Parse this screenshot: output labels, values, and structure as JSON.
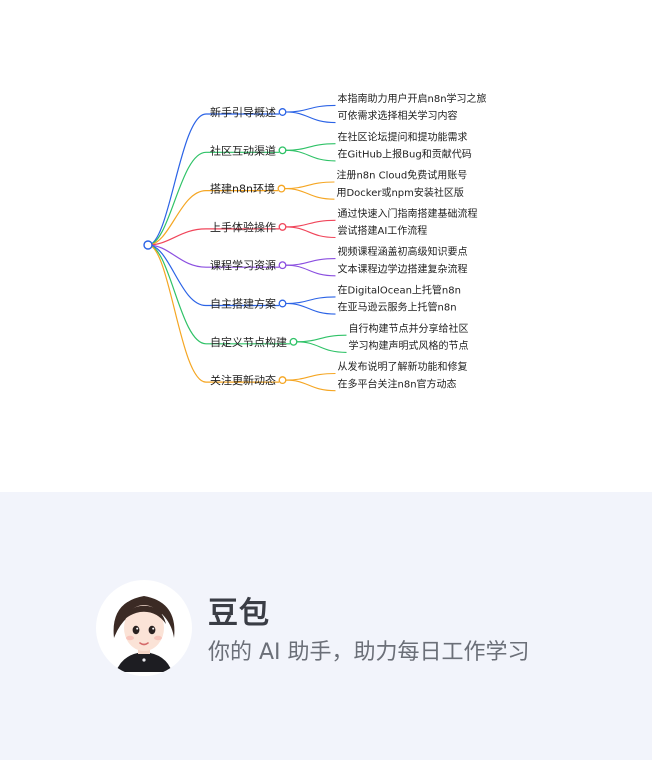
{
  "mindmap": {
    "branches": [
      {
        "label": "新手引导概述",
        "color": "#2b63e6",
        "leaves": [
          "本指南助力用户开启n8n学习之旅",
          "可依需求选择相关学习内容"
        ]
      },
      {
        "label": "社区互动渠道",
        "color": "#2fc267",
        "leaves": [
          "在社区论坛提问和提功能需求",
          "在GitHub上报Bug和贡献代码"
        ]
      },
      {
        "label": "搭建n8n环境",
        "color": "#f5a623",
        "leaves": [
          "注册n8n Cloud免费试用账号",
          "用Docker或npm安装社区版"
        ]
      },
      {
        "label": "上手体验操作",
        "color": "#f0455a",
        "leaves": [
          "通过快速入门指南搭建基础流程",
          "尝试搭建AI工作流程"
        ]
      },
      {
        "label": "课程学习资源",
        "color": "#8b4fe0",
        "leaves": [
          "视频课程涵盖初高级知识要点",
          "文本课程边学边搭建复杂流程"
        ]
      },
      {
        "label": "自主搭建方案",
        "color": "#2b63e6",
        "leaves": [
          "在DigitalOcean上托管n8n",
          "在亚马逊云服务上托管n8n"
        ]
      },
      {
        "label": "自定义节点构建",
        "color": "#2fc267",
        "leaves": [
          "自行构建节点并分享给社区",
          "学习构建声明式风格的节点"
        ]
      },
      {
        "label": "关注更新动态",
        "color": "#f5a623",
        "leaves": [
          "从发布说明了解新功能和修复",
          "在多平台关注n8n官方动态"
        ]
      }
    ]
  },
  "footer": {
    "brand_name": "豆包",
    "tagline": "你的 AI 助手，助力每日工作学习"
  },
  "colors": {
    "root_node": "#2b63e6",
    "footer_background": "#f2f4fb"
  },
  "icons": {
    "avatar": "cartoon-girl-avatar"
  }
}
